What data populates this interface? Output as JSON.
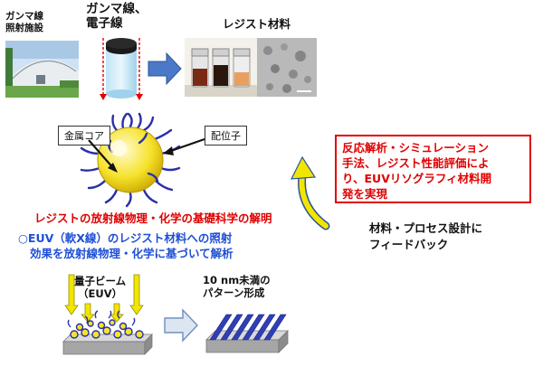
{
  "facility": {
    "line1": "ガンマ線",
    "line2": "照射施設"
  },
  "radiation": {
    "line1": "ガンマ線、",
    "line2": "電子線"
  },
  "resist_label": "レジスト材料",
  "callouts": {
    "core": "金属コア",
    "ligand": "配位子"
  },
  "red_title": "レジストの放射線物理・化学の基礎科学の解明",
  "blue_text": {
    "line1": "○EUV（軟X線）のレジスト材料への照射",
    "line2": "効果を放射線物理・化学に基づいて解析"
  },
  "redbox_lines": [
    "反応解析・シミュレーション",
    "手法、レジスト性能評価によ",
    "り、EUVリソグラフィ材料開",
    "発を実現"
  ],
  "feedback": {
    "line1": "材料・プロセス設計に",
    "line2": "フィードバック"
  },
  "beam": {
    "line1": "量子ビーム",
    "line2": "（EUV）"
  },
  "pattern": {
    "line1": "10 nm未満の",
    "line2": "パターン形成"
  },
  "colors": {
    "accent_red": "#e00000",
    "accent_blue": "#1f4fd6",
    "arrow_blue": "#4a79c7",
    "arrow_yellow": "#f2e600"
  }
}
